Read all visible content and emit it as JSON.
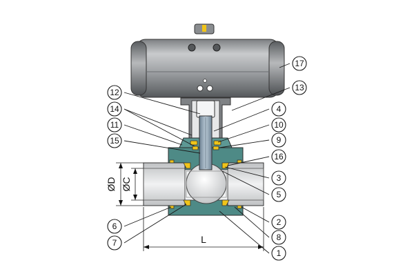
{
  "diagram": {
    "callouts": [
      "1",
      "2",
      "3",
      "4",
      "5",
      "6",
      "7",
      "8",
      "9",
      "10",
      "11",
      "12",
      "13",
      "14",
      "15",
      "16",
      "17"
    ],
    "dimensions": {
      "length": "L",
      "outer_diameter": "ØD",
      "inner_diameter": "ØC"
    },
    "colors": {
      "actuator": "#a9abad",
      "body": "#d7d9db",
      "teal_parts": "#4e8a86",
      "seals": "#f0c419",
      "stem": "#8fa3b3"
    }
  }
}
